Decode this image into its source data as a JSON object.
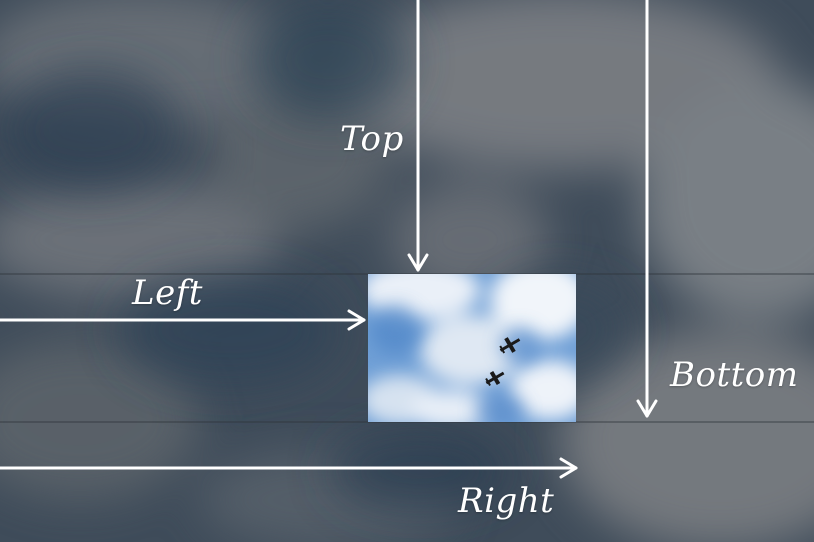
{
  "labels": {
    "top": "Top",
    "left": "Left",
    "bottom": "Bottom",
    "right": "Right"
  },
  "colors": {
    "dim_sky": "#4a535c",
    "clear_sky": "#6f9fd6",
    "cloud": "#e8eef6",
    "arrow": "#ffffff",
    "plane": "#1a1a1a"
  }
}
